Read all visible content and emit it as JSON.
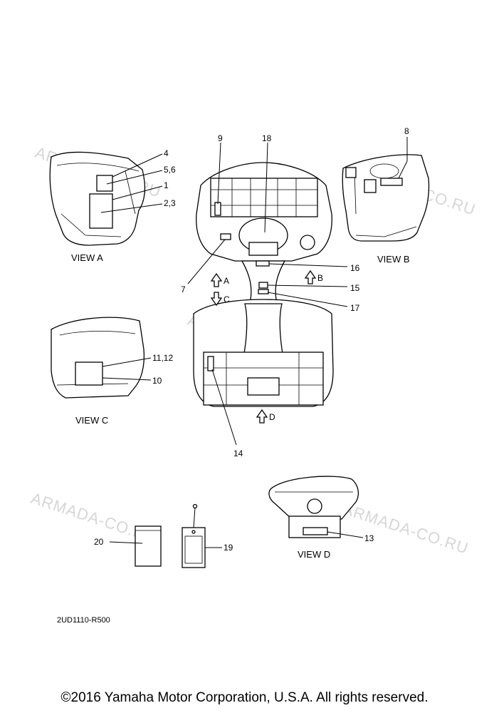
{
  "watermark": "ARMADA-CO.RU",
  "views": {
    "a": "VIEW A",
    "b": "VIEW B",
    "c": "VIEW C",
    "d": "VIEW D"
  },
  "arrows": {
    "a": "A",
    "b": "B",
    "c": "C",
    "d": "D"
  },
  "callouts": {
    "c1": "1",
    "c2_3": "2,3",
    "c4": "4",
    "c5_6": "5,6",
    "c7": "7",
    "c8": "8",
    "c9": "9",
    "c10": "10",
    "c11_12": "11,12",
    "c13": "13",
    "c14": "14",
    "c15": "15",
    "c16": "16",
    "c17": "17",
    "c18": "18",
    "c19": "19",
    "c20": "20"
  },
  "diagram_code": "2UD1110-R500",
  "copyright": "©2016 Yamaha Motor Corporation, U.S.A. All rights reserved."
}
